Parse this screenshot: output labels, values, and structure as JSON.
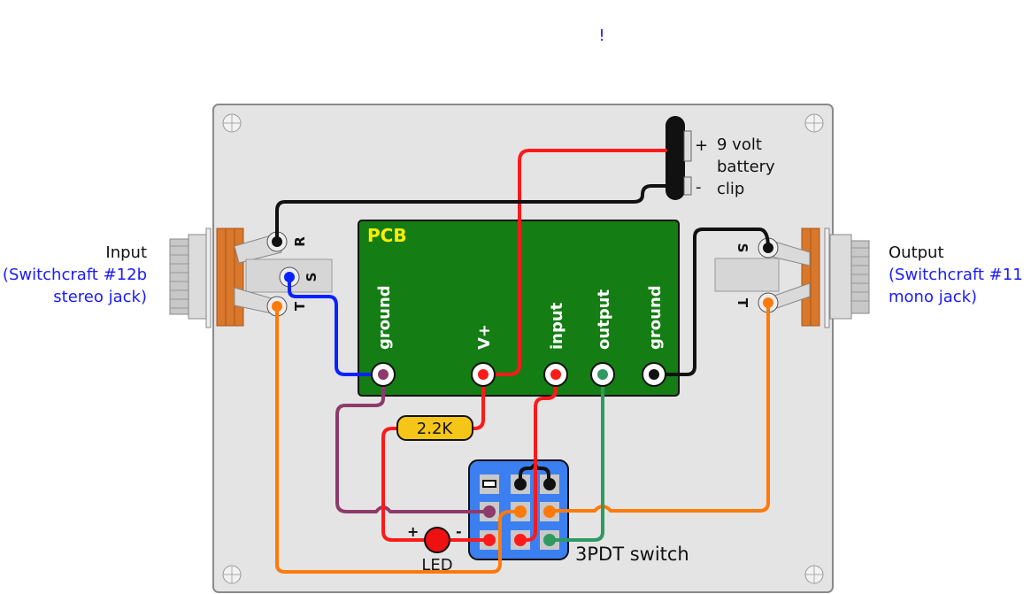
{
  "top_mark": "!",
  "input_jack": {
    "title": "Input",
    "model": "(Switchcraft #12b",
    "type": "stereo jack)",
    "lugs": [
      "R",
      "S",
      "T"
    ]
  },
  "output_jack": {
    "title": "Output",
    "model": "(Switchcraft #11",
    "type": "mono jack)",
    "lugs": [
      "S",
      "T"
    ]
  },
  "battery": {
    "plus": "+",
    "minus": "-",
    "line1": "9 volt",
    "line2": "battery",
    "line3": "clip"
  },
  "pcb": {
    "title": "PCB",
    "pads": [
      "ground",
      "V+",
      "input",
      "output",
      "ground"
    ]
  },
  "resistor": {
    "value": "2.2K"
  },
  "led": {
    "label": "LED",
    "plus": "+",
    "minus": "-"
  },
  "switch": {
    "label": "3PDT switch"
  },
  "colors": {
    "pcb": "#147d14",
    "switch": "#3b7ff0",
    "enclosure": "#e4e4e4",
    "resistor": "#f5c518",
    "washer": "#d9772a",
    "wire_red": "#ff1a1a",
    "wire_black": "#111111",
    "wire_blue": "#0a22ff",
    "wire_orange": "#ff7a0a",
    "wire_purple": "#8e3a6b",
    "wire_green": "#2e9a62"
  }
}
